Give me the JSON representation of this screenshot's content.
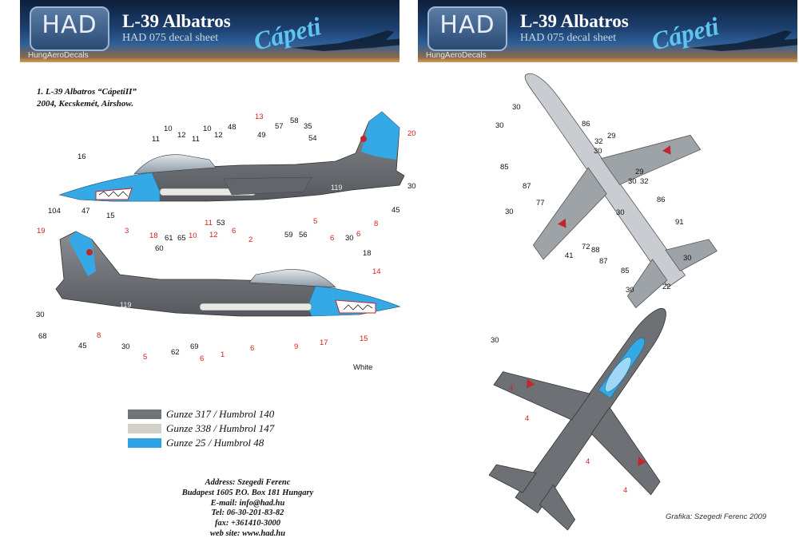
{
  "banners": [
    {
      "logo": "HAD",
      "logo_sub": "HungAeroDecals",
      "title": "L-39 Albatros",
      "subtitle": "HAD 075 decal sheet",
      "brand": "Cápeti"
    },
    {
      "logo": "HAD",
      "logo_sub": "HungAeroDecals",
      "title": "L-39 Albatros",
      "subtitle": "HAD 075 decal sheet",
      "brand": "Cápeti"
    }
  ],
  "aircraft_note": {
    "line1": "1. L-39 Albatros “CápetiII”",
    "line2": "2004, Kecskemét, Airshow."
  },
  "legend": [
    {
      "label": "Gunze 317 / Humbrol 140",
      "color": "#707377"
    },
    {
      "label": "Gunze 338 / Humbrol 147",
      "color": "#d2d0c8"
    },
    {
      "label": "Gunze 25 / Humbrol 48",
      "color": "#2ea3e3"
    }
  ],
  "address": [
    "Address: Szegedi Ferenc",
    "Budapest 1605 P.O. Box 181 Hungary",
    "E-mail: info@had.hu",
    "Tel: 06-30-201-83-82",
    "fax: +361410-3000",
    "web site: www.had.hu"
  ],
  "credit": "Grafika: Szegedi Ferenc 2009",
  "colors": {
    "black_label": "#111111",
    "red_label": "#d21f1f",
    "camo_grey": "#6d7176",
    "sky_blue": "#35a8e6"
  },
  "callouts": {
    "side1": [
      {
        "t": "16",
        "c": "black"
      },
      {
        "t": "10",
        "c": "black"
      },
      {
        "t": "11",
        "c": "black"
      },
      {
        "t": "12",
        "c": "black"
      },
      {
        "t": "10",
        "c": "black"
      },
      {
        "t": "11",
        "c": "black"
      },
      {
        "t": "12",
        "c": "black"
      },
      {
        "t": "48",
        "c": "black"
      },
      {
        "t": "13",
        "c": "red"
      },
      {
        "t": "49",
        "c": "black"
      },
      {
        "t": "57",
        "c": "black"
      },
      {
        "t": "58",
        "c": "black"
      },
      {
        "t": "35",
        "c": "black"
      },
      {
        "t": "54",
        "c": "black"
      },
      {
        "t": "20",
        "c": "red"
      },
      {
        "t": "30",
        "c": "black"
      },
      {
        "t": "45",
        "c": "black"
      },
      {
        "t": "15",
        "c": "black"
      },
      {
        "t": "3",
        "c": "red"
      },
      {
        "t": "18",
        "c": "red"
      },
      {
        "t": "10",
        "c": "red"
      },
      {
        "t": "11",
        "c": "red"
      },
      {
        "t": "53",
        "c": "black"
      },
      {
        "t": "6",
        "c": "red"
      },
      {
        "t": "2",
        "c": "red"
      },
      {
        "t": "59",
        "c": "black"
      },
      {
        "t": "56",
        "c": "black"
      },
      {
        "t": "5",
        "c": "red"
      },
      {
        "t": "6",
        "c": "red"
      },
      {
        "t": "30",
        "c": "black"
      },
      {
        "t": "6",
        "c": "red"
      },
      {
        "t": "8",
        "c": "red"
      },
      {
        "t": "18",
        "c": "black"
      },
      {
        "t": "47",
        "c": "black"
      }
    ],
    "side2": [
      {
        "t": "104",
        "c": "black"
      },
      {
        "t": "19",
        "c": "red"
      },
      {
        "t": "61",
        "c": "black"
      },
      {
        "t": "65",
        "c": "black"
      },
      {
        "t": "12",
        "c": "red"
      },
      {
        "t": "60",
        "c": "black"
      },
      {
        "t": "14",
        "c": "red"
      },
      {
        "t": "30",
        "c": "black"
      },
      {
        "t": "68",
        "c": "black"
      },
      {
        "t": "45",
        "c": "black"
      },
      {
        "t": "8",
        "c": "red"
      },
      {
        "t": "30",
        "c": "black"
      },
      {
        "t": "5",
        "c": "red"
      },
      {
        "t": "62",
        "c": "black"
      },
      {
        "t": "69",
        "c": "black"
      },
      {
        "t": "6",
        "c": "red"
      },
      {
        "t": "1",
        "c": "red"
      },
      {
        "t": "6",
        "c": "red"
      },
      {
        "t": "9",
        "c": "red"
      },
      {
        "t": "17",
        "c": "red"
      },
      {
        "t": "15",
        "c": "red"
      },
      {
        "t": "White",
        "c": "black"
      }
    ],
    "bottom_view": [
      {
        "t": "30",
        "c": "black"
      },
      {
        "t": "30",
        "c": "black"
      },
      {
        "t": "86",
        "c": "black"
      },
      {
        "t": "32",
        "c": "black"
      },
      {
        "t": "29",
        "c": "black"
      },
      {
        "t": "30",
        "c": "black"
      },
      {
        "t": "85",
        "c": "black"
      },
      {
        "t": "87",
        "c": "black"
      },
      {
        "t": "29",
        "c": "black"
      },
      {
        "t": "30",
        "c": "black"
      },
      {
        "t": "32",
        "c": "black"
      },
      {
        "t": "77",
        "c": "black"
      },
      {
        "t": "86",
        "c": "black"
      },
      {
        "t": "30",
        "c": "black"
      },
      {
        "t": "91",
        "c": "black"
      },
      {
        "t": "41",
        "c": "black"
      },
      {
        "t": "72",
        "c": "black"
      },
      {
        "t": "88",
        "c": "black"
      },
      {
        "t": "87",
        "c": "black"
      },
      {
        "t": "85",
        "c": "black"
      },
      {
        "t": "30",
        "c": "black"
      },
      {
        "t": "30",
        "c": "black"
      },
      {
        "t": "30",
        "c": "black"
      }
    ],
    "top_view": [
      {
        "t": "22",
        "c": "black"
      },
      {
        "t": "30",
        "c": "black"
      },
      {
        "t": "4",
        "c": "red"
      },
      {
        "t": "4",
        "c": "red"
      },
      {
        "t": "4",
        "c": "red"
      },
      {
        "t": "4",
        "c": "red"
      }
    ],
    "side1_fuselage_number": "119",
    "side2_fuselage_number": "119"
  }
}
